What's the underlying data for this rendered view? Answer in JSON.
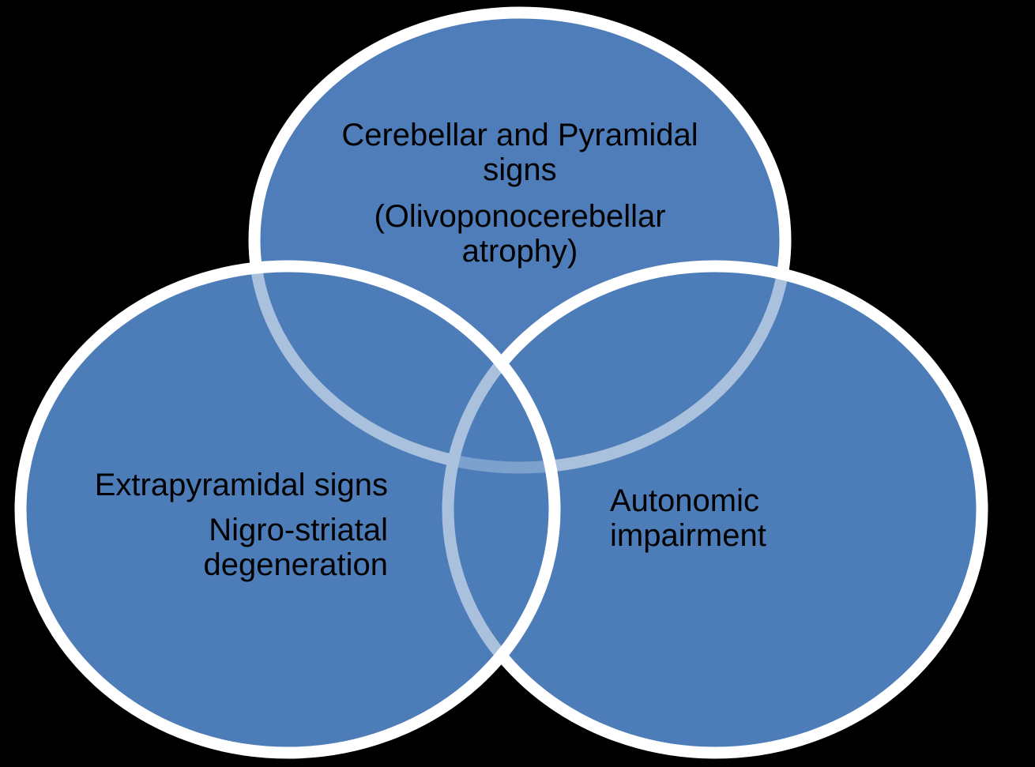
{
  "diagram": {
    "type": "venn-3-circle",
    "background_color": "#000000",
    "colors": {
      "circle_fill": "#4E7DB9",
      "circle_stroke": "#FFFFFF",
      "overlapped_stroke_tint": "#AAC0DD",
      "double_overlapped_stroke_tint": "#7EA0CB",
      "label_text": "#000000"
    },
    "circles": [
      {
        "id": "top",
        "label_lines": [
          "Cerebellar and Pyramidal signs",
          "(Olivoponocerebellar atrophy)"
        ]
      },
      {
        "id": "bottom-left",
        "label_lines": [
          "Extrapyramidal signs",
          "Nigro-striatal degeneration"
        ]
      },
      {
        "id": "bottom-right",
        "label_lines": [
          "Autonomic impairment"
        ]
      }
    ]
  }
}
